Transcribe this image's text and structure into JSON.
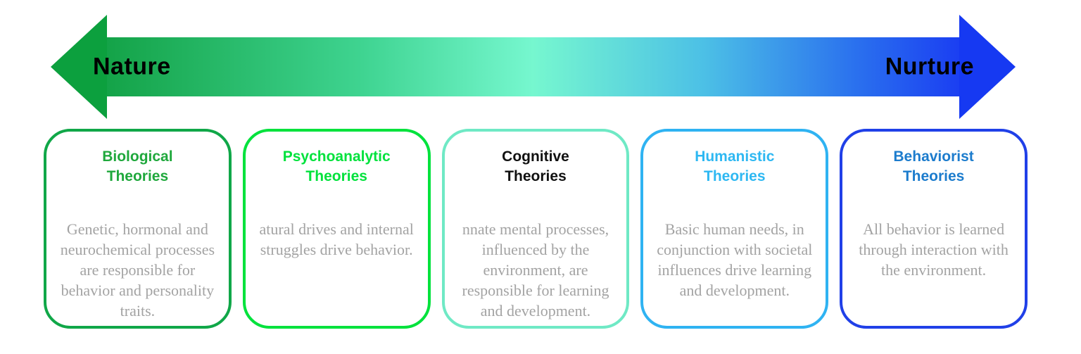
{
  "arrow": {
    "left_label": "Nature",
    "right_label": "Nurture",
    "label_color": "#000000",
    "left_head_color": "#0ca03e",
    "right_head_color": "#1639f2",
    "gradient": [
      "#14a348",
      "#3fd491",
      "#76f7cf",
      "#4cc0e6",
      "#2a70ee",
      "#1b3ff2"
    ],
    "gradient_stops": [
      "0%",
      "30%",
      "50%",
      "70%",
      "88%",
      "100%"
    ]
  },
  "body_text_color": "#a3a3a3",
  "boxes": [
    {
      "title_lines": [
        "Biological",
        "Theories"
      ],
      "title_color": "#1fa83c",
      "border_color": "#10a748",
      "body": "Genetic, hormonal and\nneurochemical processes\nare responsible for\nbehavior and personality\ntraits."
    },
    {
      "title_lines": [
        "Psychoanalytic",
        "Theories"
      ],
      "title_color": "#00e23c",
      "border_color": "#00e23c",
      "body": "atural drives and internal\nstruggles drive behavior."
    },
    {
      "title_lines": [
        "Cognitive",
        "Theories"
      ],
      "title_color": "#111111",
      "border_color": "#6fe9c5",
      "body": "nnate mental processes,\ninfluenced by the\nenvironment, are\nresponsible for learning\nand development."
    },
    {
      "title_lines": [
        "Humanistic",
        "Theories"
      ],
      "title_color": "#2eb8f2",
      "border_color": "#2fb3f2",
      "body": "Basic human needs, in\nconjunction with societal\ninfluences drive learning\nand development."
    },
    {
      "title_lines": [
        "Behaviorist",
        "Theories"
      ],
      "title_color": "#1c7ccd",
      "border_color": "#2040e8",
      "body": "All behavior is learned\nthrough interaction with\nthe environment."
    }
  ]
}
